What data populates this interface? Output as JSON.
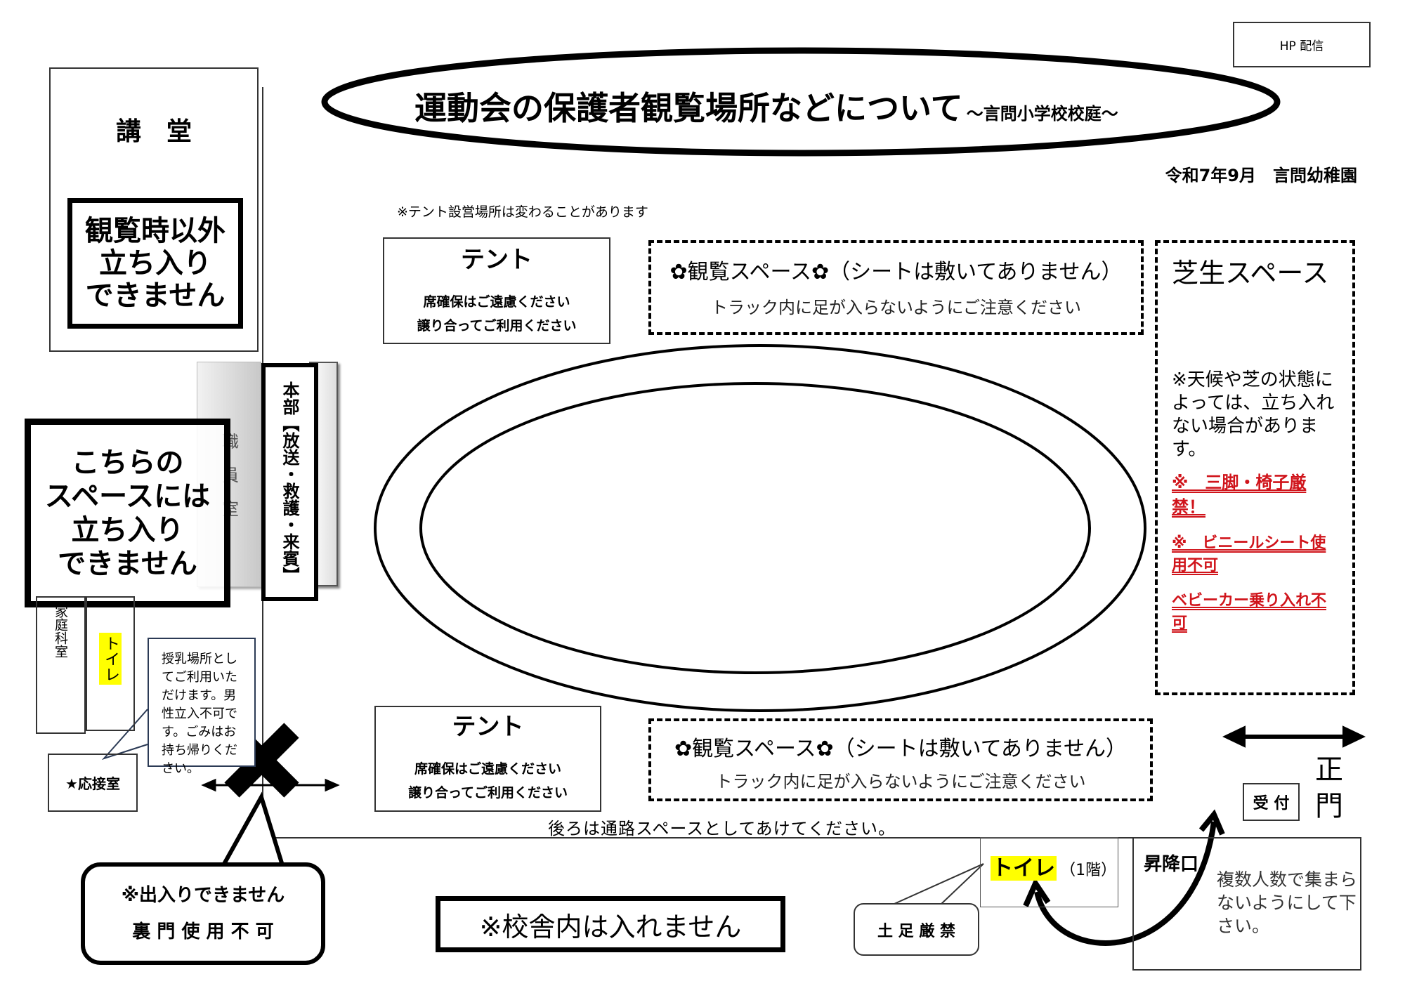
{
  "header": {
    "hp_label": "HP 配信",
    "title": "運動会の保護者観覧場所などについて",
    "subtitle": "～言問小学校校庭～",
    "date_org": "令和7年9月　言問幼稚園"
  },
  "left": {
    "auditorium": "講　堂",
    "auditorium_notice": [
      "観覧時以外",
      "立ち入り",
      "できません"
    ],
    "staff_room": "職　員　室",
    "hq": "本部【放送・救護・来賓】",
    "no_entry_notice": [
      "こちらの",
      "スペースには",
      "立ち入り",
      "できません"
    ],
    "home_ec_room": "家庭科室",
    "toilet_left": "トイレ",
    "nursing_note": "授乳場所としてご利用いただけます。男性立入不可です。ごみはお持ち帰りください。",
    "reception_room": "★応接室",
    "back_gate_line1": "※出入りできません",
    "back_gate_line2": "裏 門 使 用 不 可"
  },
  "field": {
    "tent_note": "※テント設営場所は変わることがあります",
    "tents": [
      {
        "title": "テント",
        "line1": "席確保はご遠慮ください",
        "line2": "譲り合ってご利用ください"
      },
      {
        "title": "テント",
        "line1": "席確保はご遠慮ください",
        "line2": "譲り合ってご利用ください"
      }
    ],
    "viewing": [
      {
        "title": "✿観覧スペース✿（シートは敷いてありません）",
        "note": "トラック内に足が入らないようにご注意ください"
      },
      {
        "title": "✿観覧スペース✿（シートは敷いてありません）",
        "note": "トラック内に足が入らないようにご注意ください"
      }
    ],
    "lawn_title": "芝生スペース",
    "lawn_note": "※天候や芝の状態によっては、立ち入れない場合があります。",
    "lawn_rules": [
      "※　三脚・椅子厳禁！",
      "※　ビニールシート使用不可",
      "ベビーカー乗り入れ不可"
    ],
    "passage_note": "後ろは通路スペースとしてあけてください。"
  },
  "bottom": {
    "school_building_note": "※校舎内は入れません",
    "toilet_label": "トイレ",
    "toilet_floor": "（1階）",
    "no_shoes": "土 足 厳 禁",
    "entrance": "昇降口",
    "entrance_note": "複数人数で集まらないようにして下さい。",
    "reception": "受 付",
    "main_gate": [
      "正",
      "門"
    ]
  },
  "colors": {
    "red": "#d0141b",
    "yellow": "#ffff00",
    "gray": "#d8d8d8"
  }
}
